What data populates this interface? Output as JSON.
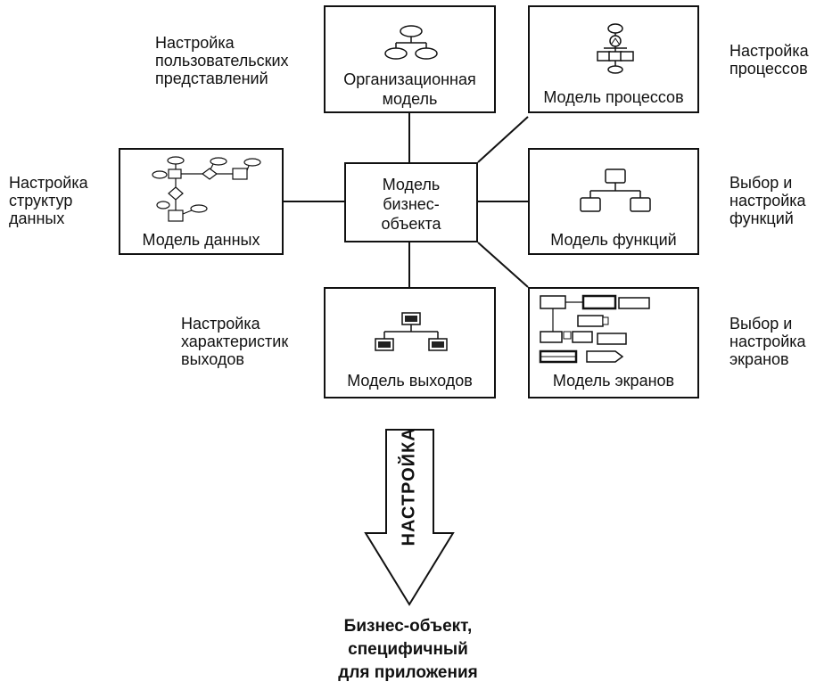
{
  "center": {
    "label": "Модель\nбизнес-\nобъекта"
  },
  "boxes": {
    "org": {
      "label": "Организационная\nмодель"
    },
    "process": {
      "label": "Модель процессов"
    },
    "data": {
      "label": "Модель данных"
    },
    "functions": {
      "label": "Модель функций"
    },
    "outputs": {
      "label": "Модель выходов"
    },
    "screens": {
      "label": "Модель экранов"
    }
  },
  "side_labels": {
    "user_views": "Настройка\nпользовательских\nпредставлений",
    "processes": "Настройка\nпроцессов",
    "data_struct": "Настройка\nструктур\nданных",
    "functions": "Выбор и\nнастройка\nфункций",
    "outputs": "Настройка\nхарактеристик\nвыходов",
    "screens": "Выбор и\nнастройка\nэкранов"
  },
  "arrow": {
    "label": "НАСТРОЙКА"
  },
  "result": {
    "label": "Бизнес-объект,\nспецифичный\nдля приложения"
  }
}
